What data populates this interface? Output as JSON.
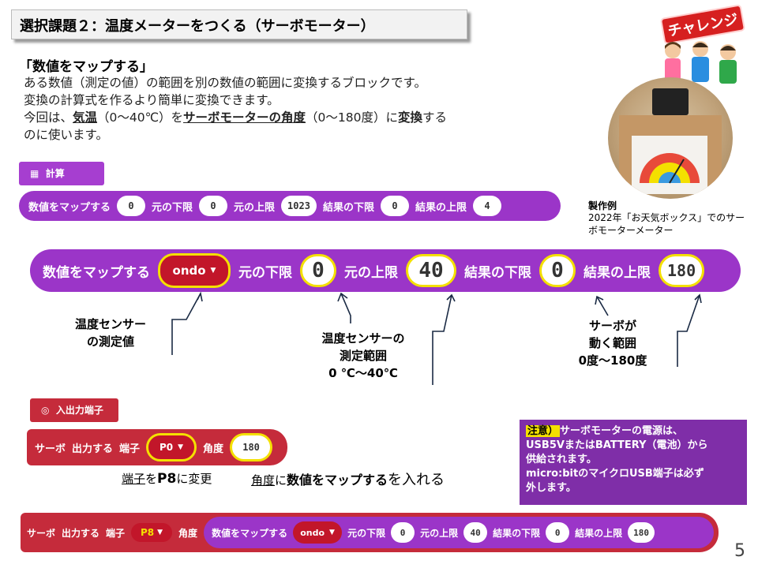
{
  "title": "選択課題２：温度メーターをつくる（サーボモーター）",
  "challenge_badge": "チャレンジ",
  "photo_caption": {
    "label": "製作例",
    "text": "2022年「お天気ボックス」でのサーボモーターメーター"
  },
  "subtitle": "「数値をマップする」",
  "description": {
    "line1": "ある数値（測定の値）の範囲を別の数値の範囲に変換するブロックです。",
    "line2": "変換の計算式を作るより簡単に変換できます。",
    "line3_a": "今回は、",
    "line3_b": "気温",
    "line3_c": "（0〜40℃）を",
    "line3_d": "サーボモーターの角度",
    "line3_e": "（0〜180度）に",
    "line3_f": "変換",
    "line3_g": "する",
    "line4": "のに使います。"
  },
  "category_calc": "計算",
  "category_io": "入出力端子",
  "small_block": {
    "label": "数値をマップする",
    "value": "0",
    "from_low_label": "元の下限",
    "from_low": "0",
    "from_high_label": "元の上限",
    "from_high": "1023",
    "to_low_label": "結果の下限",
    "to_low": "0",
    "to_high_label": "結果の上限",
    "to_high": "4"
  },
  "big_block": {
    "label": "数値をマップする",
    "value": "ondo",
    "from_low_label": "元の下限",
    "from_low": "0",
    "from_high_label": "元の上限",
    "from_high": "40",
    "to_low_label": "結果の下限",
    "to_low": "0",
    "to_high_label": "結果の上限",
    "to_high": "180"
  },
  "annotations": {
    "sensor_value": [
      "温度センサー",
      "の測定値"
    ],
    "sensor_range": [
      "温度センサーの",
      "測定範囲",
      "0 ℃〜40℃"
    ],
    "servo_range": [
      "サーボが",
      "動く範囲",
      "0度〜180度"
    ]
  },
  "servo_block": {
    "servo": "サーボ",
    "output": "出力する",
    "pin_label": "端子",
    "pin": "P0",
    "angle_label": "角度",
    "angle": "180"
  },
  "notes": {
    "left_a": "端子",
    "left_b": "を",
    "left_c": "P8",
    "left_d": "に変更",
    "right_a": "角度",
    "right_b": "に",
    "right_c": "数値をマップする",
    "right_d": "を入れる"
  },
  "caution": {
    "heading": "注意）",
    "line1": "サーボモーターの電源は、",
    "line2": "USB5VまたはBATTERY（電池）から",
    "line3": "供給されます。",
    "line4": "micro:bitのマイクロUSB端子は必ず",
    "line5": "外します。"
  },
  "final_block": {
    "servo": "サーボ",
    "output": "出力する",
    "pin_label": "端子",
    "pin": "P8",
    "angle_label": "角度",
    "map_label": "数値をマップする",
    "value": "ondo",
    "from_low_label": "元の下限",
    "from_low": "0",
    "from_high_label": "元の上限",
    "from_high": "40",
    "to_low_label": "結果の下限",
    "to_low": "0",
    "to_high_label": "結果の上限",
    "to_high": "180"
  },
  "page_number": "5",
  "icons": {
    "calc": "calculator-icon",
    "io": "target-icon",
    "dropdown": "caret-down-icon"
  },
  "colors": {
    "math_block": "#9b35c8",
    "io_block": "#c52b3b",
    "dropdown": "#c2162a",
    "highlight": "#f4e000",
    "caution_bg": "#7f2ea8"
  }
}
